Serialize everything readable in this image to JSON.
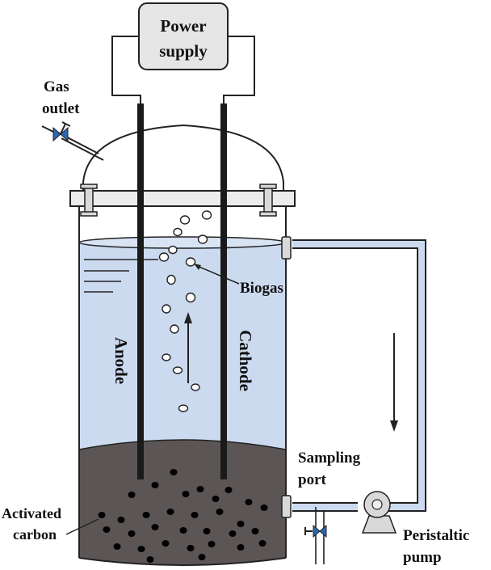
{
  "labels": {
    "power_supply_line1": "Power",
    "power_supply_line2": "supply",
    "gas_outlet_line1": "Gas",
    "gas_outlet_line2": "outlet",
    "biogas": "Biogas",
    "anode": "Anode",
    "cathode": "Cathode",
    "sampling_port_line1": "Sampling",
    "sampling_port_line2": "port",
    "activated_carbon_line1": "Activated",
    "activated_carbon_line2": "carbon",
    "peristaltic_pump_line1": "Peristaltic",
    "peristaltic_pump_line2": "pump"
  },
  "colors": {
    "liquid": "#ccdaf0",
    "sediment": "#5b5655",
    "power_box": "#e6e6e6",
    "tube": "#ccdaf0",
    "valve": "#2d67b3",
    "electrode": "#1a1a1a"
  }
}
